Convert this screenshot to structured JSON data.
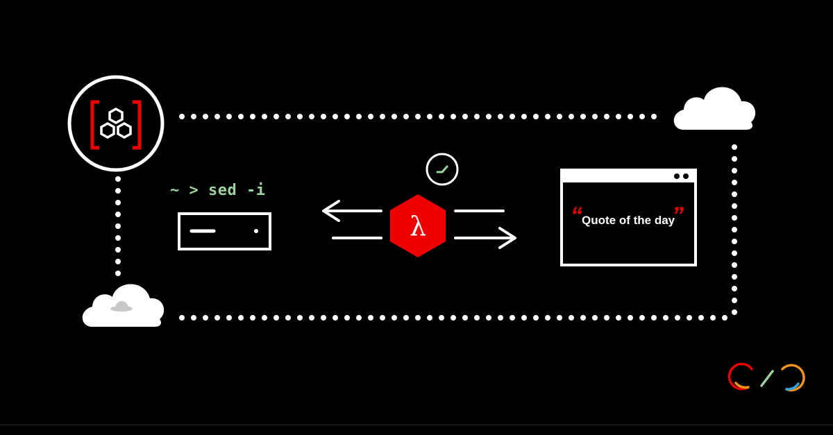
{
  "diagram": {
    "terminal_command": "~ > sed -i",
    "quote_text": "Quote of the day",
    "quote_open_mark": "“",
    "quote_close_mark": "”",
    "lambda_symbol": "λ"
  },
  "colors": {
    "background": "#000000",
    "line": "#ffffff",
    "accent_red": "#ee0000",
    "terminal_green": "#a0d2a0",
    "logo_orange": "#f5921b",
    "logo_blue": "#37a3d9"
  },
  "icons": {
    "top_left": "openshift-serverless-icon",
    "top_right": "cloud-icon",
    "bottom_left": "redhat-cloud-icon",
    "center_top": "clock-icon",
    "center": "lambda-function-icon",
    "server": "server-icon",
    "window": "browser-window-icon",
    "corner_logo": "infinity-logo-icon"
  }
}
